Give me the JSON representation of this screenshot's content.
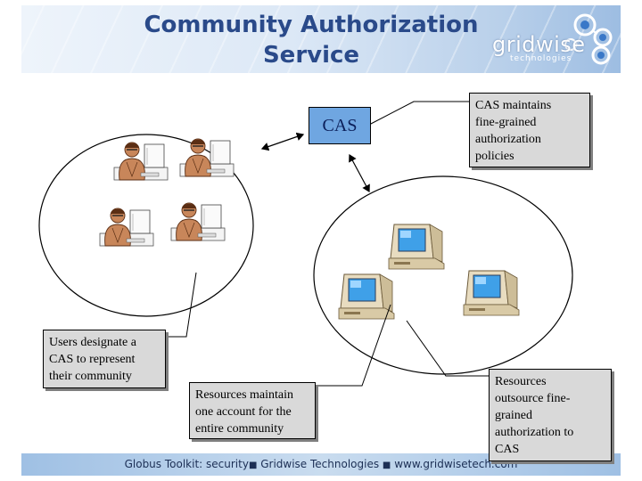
{
  "header": {
    "title_line1": "Community Authorization",
    "title_line2": "Service",
    "logo_word": "gridwise",
    "logo_sub": "technologies"
  },
  "diagram": {
    "cas_label": "CAS",
    "callouts": {
      "cas_policies": [
        "CAS maintains",
        "fine-grained",
        "authorization",
        "policies"
      ],
      "users": [
        "Users designate a",
        "CAS to represent",
        "their community"
      ],
      "resources_account": [
        "Resources maintain",
        "one account for the",
        "entire community"
      ],
      "resources_outsource": [
        "Resources",
        "outsource fine-",
        "grained",
        "authorization to",
        "CAS"
      ]
    }
  },
  "footer": {
    "part1": "Globus Toolkit: security",
    "part2": "Gridwise Technologies",
    "part3": "www.gridwisetech.com",
    "separator": "■"
  },
  "colors": {
    "title": "#2a4a8a",
    "cas_box": "#6fa6e1",
    "callout_fill": "#d9d9d9",
    "person_skin": "#c8865a",
    "monitor_screen": "#3fa0e8"
  }
}
